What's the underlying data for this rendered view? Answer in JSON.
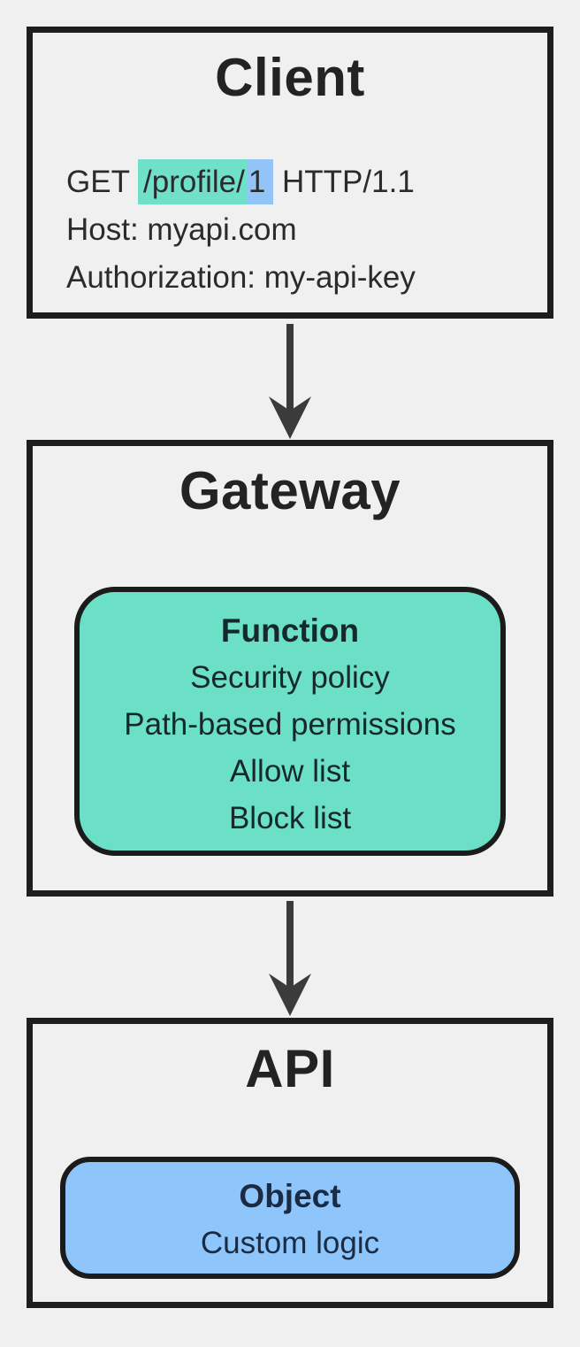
{
  "colors": {
    "background": "#f0f0f0",
    "box_border": "#1e1e1e",
    "arrow": "#3b3b3b",
    "teal_fill": "#6cdfc7",
    "teal_highlight": "#70e0c9",
    "blue_fill": "#8ec6fc",
    "blue_highlight": "#92c4f8"
  },
  "client": {
    "title": "Client",
    "request_line": {
      "method": "GET ",
      "path": "/profile/",
      "resource_id": "1",
      "protocol": " HTTP/1.1"
    },
    "host_line": "Host: myapi.com",
    "auth_line": "Authorization: my-api-key"
  },
  "gateway": {
    "title": "Gateway",
    "function_box": {
      "title": "Function",
      "items": [
        "Security policy",
        "Path-based permissions",
        "Allow list",
        "Block list"
      ]
    }
  },
  "api": {
    "title": "API",
    "object_box": {
      "title": "Object",
      "items": [
        "Custom logic"
      ]
    }
  }
}
